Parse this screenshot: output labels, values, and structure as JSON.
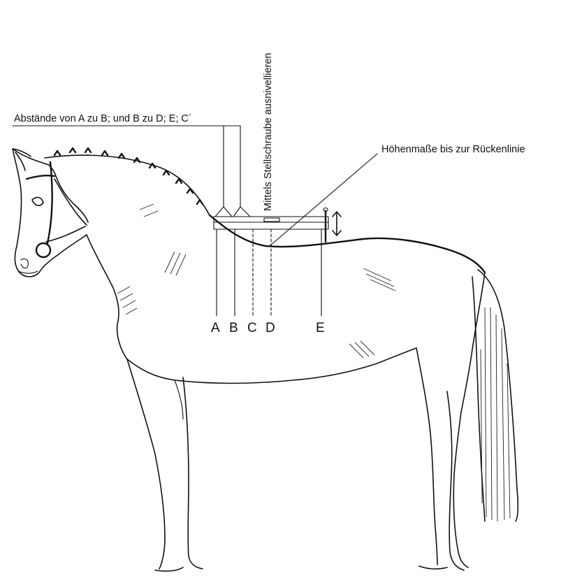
{
  "diagram": {
    "top_label": "Abstände von A zu B; und B zu D; E; C´",
    "vertical_label": "Mittels Stellschraube ausnivellieren",
    "height_label": "Höhenmaße bis zur Rückenlinie",
    "points": [
      {
        "id": "A",
        "label": "A"
      },
      {
        "id": "B",
        "label": "B"
      },
      {
        "id": "C",
        "label": "C"
      },
      {
        "id": "D",
        "label": "D"
      },
      {
        "id": "E",
        "label": "E"
      }
    ]
  }
}
